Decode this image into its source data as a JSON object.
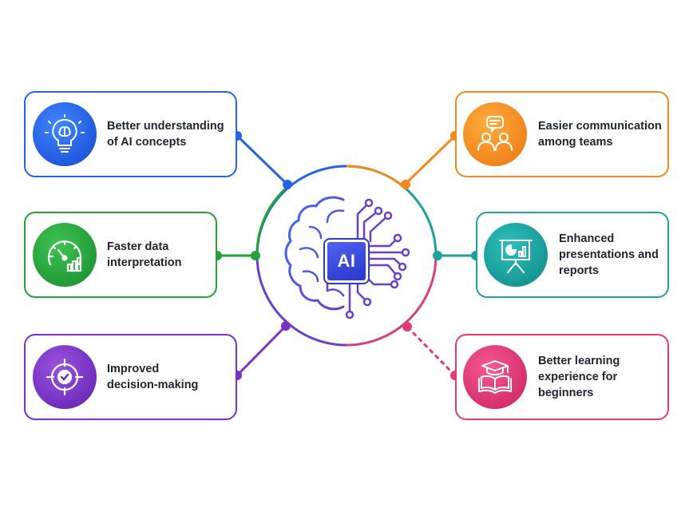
{
  "hub": {
    "label": "AI",
    "icon": "brain-circuit-icon"
  },
  "colors": {
    "blue": "#2463e8",
    "green": "#23a13a",
    "purple": "#7a31c4",
    "orange": "#f08a1c",
    "teal": "#1ea0a0",
    "pink": "#e03a78",
    "chip": "#3545d8"
  },
  "benefits": [
    {
      "id": "c1",
      "label": "Better understanding\nof AI concepts",
      "icon": "lightbulb-brain-icon",
      "color": "#2463e8"
    },
    {
      "id": "c2",
      "label": "Faster data\ninterpretation",
      "icon": "speedometer-chart-icon",
      "color": "#23a13a"
    },
    {
      "id": "c3",
      "label": "Improved\ndecision-making",
      "icon": "target-check-icon",
      "color": "#7a31c4"
    },
    {
      "id": "c4",
      "label": "Easier communication\namong teams",
      "icon": "team-chat-icon",
      "color": "#f08a1c"
    },
    {
      "id": "c5",
      "label": "Enhanced\npresentations and\nreports",
      "icon": "presentation-board-icon",
      "color": "#1ea0a0"
    },
    {
      "id": "c6",
      "label": "Better learning\nexperience for\nbeginners",
      "icon": "graduation-book-icon",
      "color": "#e03a78"
    }
  ]
}
